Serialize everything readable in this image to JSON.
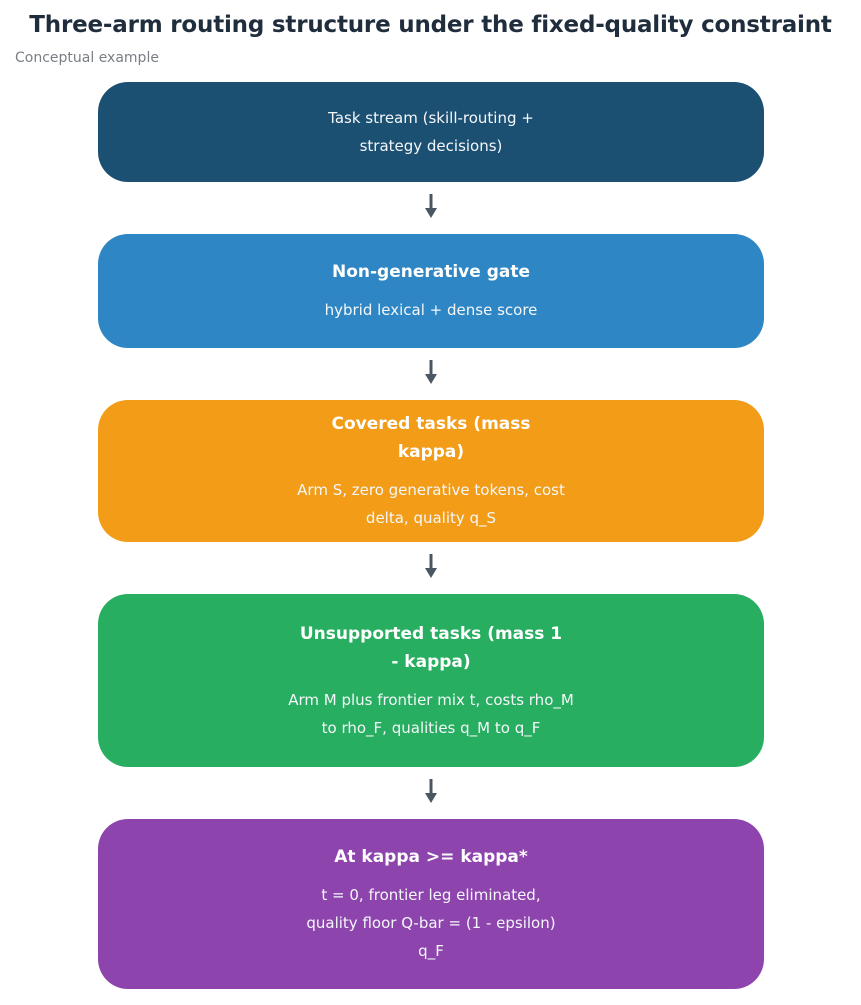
{
  "title": "Three-arm routing structure under the fixed-quality constraint",
  "subtitle": "Conceptual example",
  "colors": {
    "box1": "#1c5073",
    "box2": "#2e86c4",
    "box3": "#f29c17",
    "box4": "#27ae60",
    "box5": "#8e44ad",
    "arrow": "#4a5763"
  },
  "boxes": [
    {
      "body": "Task stream (skill-routing + strategy decisions)"
    },
    {
      "heading": "Non-generative gate",
      "body": "hybrid lexical + dense score"
    },
    {
      "heading": "Covered tasks (mass kappa)",
      "body": "Arm S, zero generative tokens, cost delta, quality q_S"
    },
    {
      "heading": "Unsupported tasks (mass 1 - kappa)",
      "body": "Arm M plus frontier mix t, costs rho_M to rho_F, qualities q_M to q_F"
    },
    {
      "heading": "At kappa >= kappa*",
      "body": "t = 0, frontier leg eliminated, quality floor Q-bar = (1 - epsilon) q_F"
    }
  ]
}
